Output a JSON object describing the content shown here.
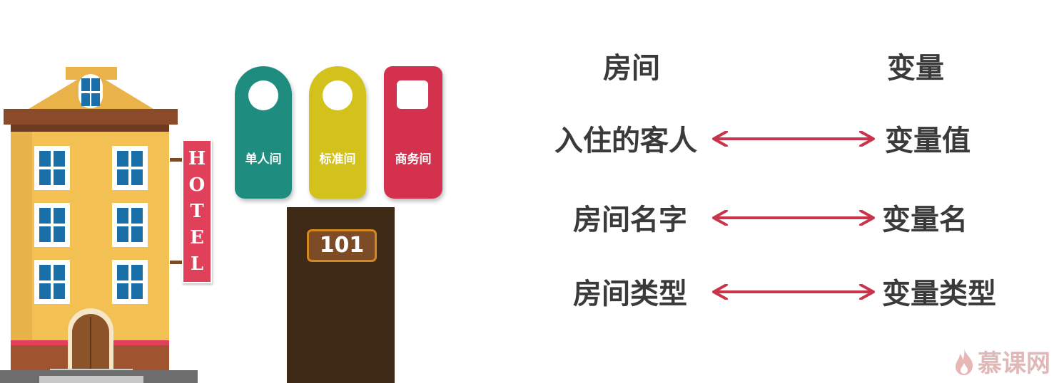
{
  "hotel": {
    "sign_letters": [
      "H",
      "O",
      "T",
      "E",
      "L"
    ]
  },
  "door_hangers": [
    {
      "label": "单人间",
      "color": "#1e8d80"
    },
    {
      "label": "标准间",
      "color": "#d4c21c"
    },
    {
      "label": "商务间",
      "color": "#d3314d"
    }
  ],
  "door": {
    "number": "101"
  },
  "mapping": {
    "header_left": "房间",
    "header_right": "变量",
    "rows": [
      {
        "left": "入住的客人",
        "right": "变量值"
      },
      {
        "left": "房间名字",
        "right": "变量名"
      },
      {
        "left": "房间类型",
        "right": "变量类型"
      }
    ],
    "arrow_color": "#c8344a"
  },
  "brand": {
    "text": "慕课网",
    "icon": "flame-icon"
  }
}
